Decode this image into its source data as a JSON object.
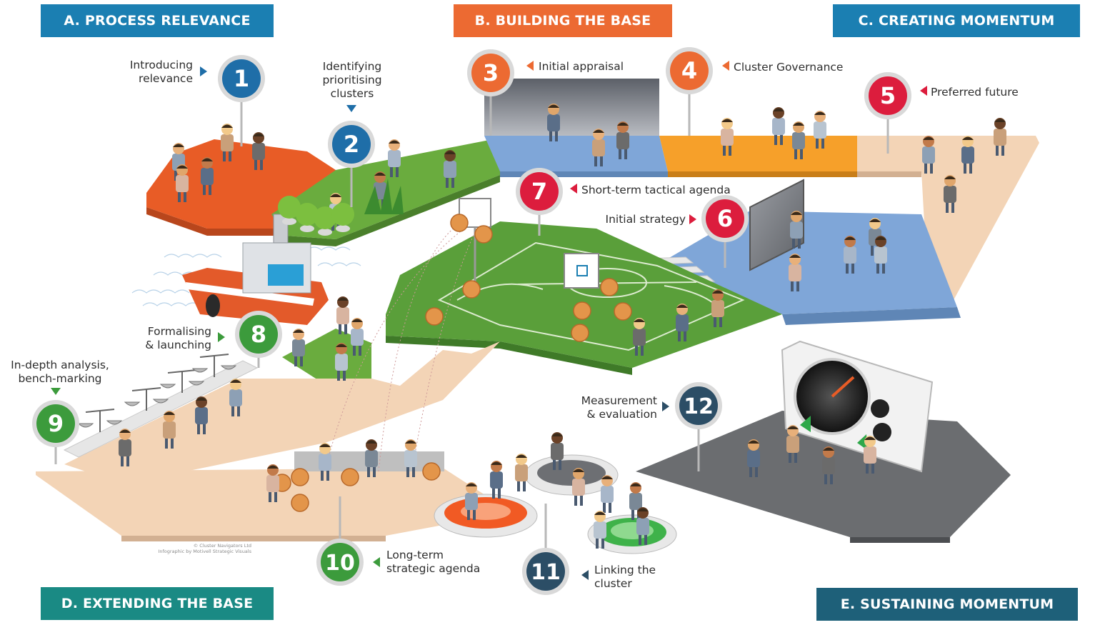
{
  "phases": [
    {
      "id": "A",
      "label": "A. PROCESS RELEVANCE",
      "color": "#1b7fb2"
    },
    {
      "id": "B",
      "label": "B. BUILDING THE BASE",
      "color": "#ec6a32"
    },
    {
      "id": "C",
      "label": "C. CREATING MOMENTUM",
      "color": "#1b7fb2"
    },
    {
      "id": "D",
      "label": "D. EXTENDING THE BASE",
      "color": "#1a8a84"
    },
    {
      "id": "E",
      "label": "E. SUSTAINING MOMENTUM",
      "color": "#1e6079"
    }
  ],
  "steps": [
    {
      "number": "1",
      "color": "#1f6ea8",
      "lines": [
        "Introducing",
        "relevance"
      ]
    },
    {
      "number": "2",
      "color": "#1f6ea8",
      "lines": [
        "Identifying",
        "prioritising",
        "clusters"
      ]
    },
    {
      "number": "3",
      "color": "#ec6a32",
      "lines": [
        "Initial appraisal"
      ]
    },
    {
      "number": "4",
      "color": "#ec6a32",
      "lines": [
        "Cluster Governance"
      ]
    },
    {
      "number": "5",
      "color": "#dc1d3d",
      "lines": [
        "Preferred future"
      ]
    },
    {
      "number": "6",
      "color": "#dc1d3d",
      "lines": [
        "Initial strategy"
      ]
    },
    {
      "number": "7",
      "color": "#dc1d3d",
      "lines": [
        "Short-term tactical agenda"
      ]
    },
    {
      "number": "8",
      "color": "#3c9b3c",
      "lines": [
        "Formalising",
        "& launching"
      ]
    },
    {
      "number": "9",
      "color": "#3c9b3c",
      "lines": [
        "In-depth analysis,",
        "bench-marking"
      ]
    },
    {
      "number": "10",
      "color": "#3c9b3c",
      "lines": [
        "Long-term",
        "strategic agenda"
      ]
    },
    {
      "number": "11",
      "color": "#2c4e66",
      "lines": [
        "Linking the",
        "cluster"
      ]
    },
    {
      "number": "12",
      "color": "#2c4e66",
      "lines": [
        "Measurement",
        "& evaluation"
      ]
    }
  ],
  "credit": {
    "line1": "© Cluster Navigators Ltd",
    "line2": "Infographic by Motivell Strategic Visuals"
  },
  "colors": {
    "orange_platform": "#e85c26",
    "green_platform": "#6aac3e",
    "blue_platform": "#7fa6d8",
    "yellow_platform": "#f6a02a",
    "peach_platform": "#f3d4b6",
    "gray_platform": "#6b6d70",
    "court": "#5a9f3a"
  }
}
